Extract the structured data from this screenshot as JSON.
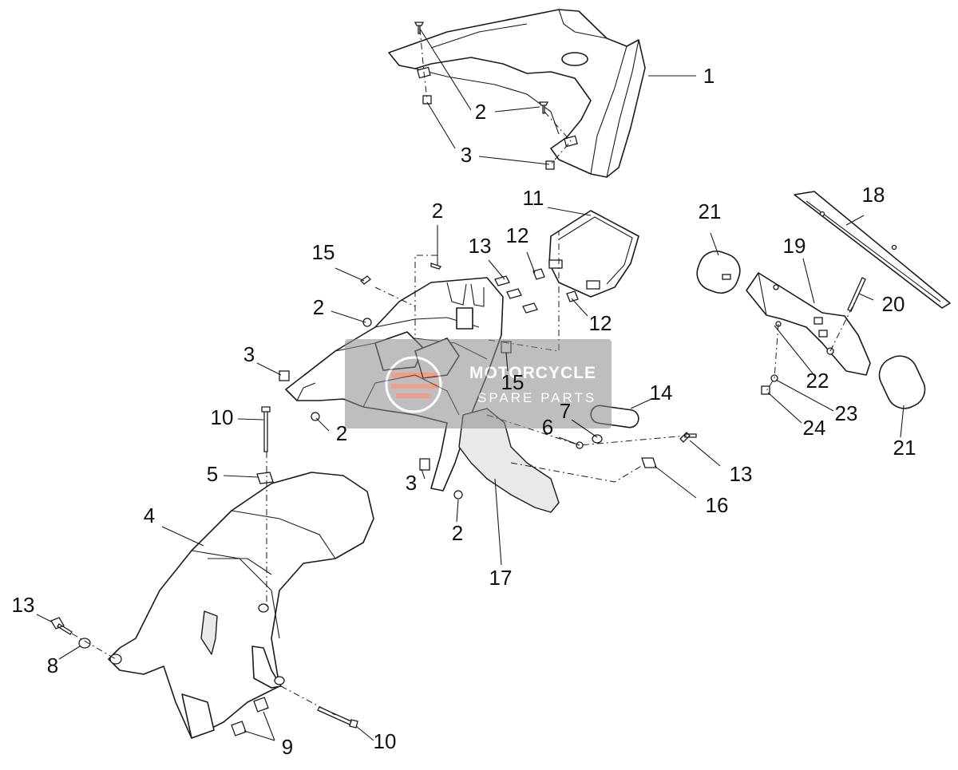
{
  "diagram": {
    "callouts": [
      {
        "id": "c1",
        "label": "1"
      },
      {
        "id": "c2a",
        "label": "2"
      },
      {
        "id": "c3a",
        "label": "3"
      },
      {
        "id": "c11",
        "label": "11"
      },
      {
        "id": "c2b",
        "label": "2"
      },
      {
        "id": "c13a",
        "label": "13"
      },
      {
        "id": "c12a",
        "label": "12"
      },
      {
        "id": "c15a",
        "label": "15"
      },
      {
        "id": "c2c",
        "label": "2"
      },
      {
        "id": "c12b",
        "label": "12"
      },
      {
        "id": "c3b",
        "label": "3"
      },
      {
        "id": "c15b",
        "label": "15"
      },
      {
        "id": "c10a",
        "label": "10"
      },
      {
        "id": "c2d",
        "label": "2"
      },
      {
        "id": "c14",
        "label": "14"
      },
      {
        "id": "c7",
        "label": "7"
      },
      {
        "id": "c6",
        "label": "6"
      },
      {
        "id": "c5",
        "label": "5"
      },
      {
        "id": "c3c",
        "label": "3"
      },
      {
        "id": "c13b",
        "label": "13"
      },
      {
        "id": "c4",
        "label": "4"
      },
      {
        "id": "c16",
        "label": "16"
      },
      {
        "id": "c2e",
        "label": "2"
      },
      {
        "id": "c17",
        "label": "17"
      },
      {
        "id": "c21a",
        "label": "21"
      },
      {
        "id": "c18",
        "label": "18"
      },
      {
        "id": "c19",
        "label": "19"
      },
      {
        "id": "c20",
        "label": "20"
      },
      {
        "id": "c22",
        "label": "22"
      },
      {
        "id": "c23",
        "label": "23"
      },
      {
        "id": "c24",
        "label": "24"
      },
      {
        "id": "c21b",
        "label": "21"
      },
      {
        "id": "c13c",
        "label": "13"
      },
      {
        "id": "c8",
        "label": "8"
      },
      {
        "id": "c9",
        "label": "9"
      },
      {
        "id": "c10b",
        "label": "10"
      }
    ]
  },
  "watermark": {
    "title": "MOTORCYCLE",
    "subtitle": "SPARE PARTS"
  }
}
